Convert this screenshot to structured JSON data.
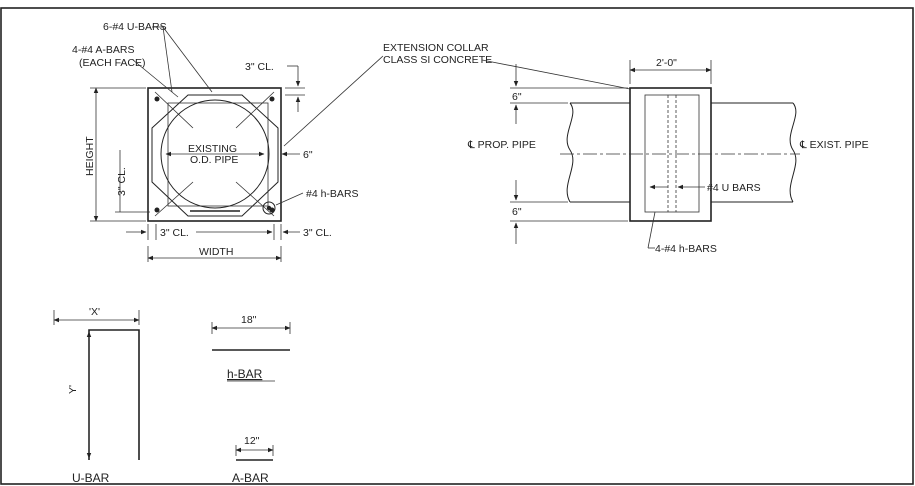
{
  "labels": {
    "u_bars_6": "6-#4 U-BARS",
    "a_bars_4": "4-#4 A-BARS",
    "each_face": "(EACH FACE)",
    "cl_3_top": "3\" CL.",
    "existing": "EXISTING",
    "od_pipe": "O.D. PIPE",
    "six_in_right": "6\"",
    "height": "HEIGHT",
    "cl_3_left": "3\" CL.",
    "h_bars_4": "#4 h-BARS",
    "cl_3_bottom_left": "3\" CL.",
    "cl_3_bottom_right": "3\" CL.",
    "width": "WIDTH",
    "extension_collar": "EXTENSION COLLAR",
    "class_si_concrete": "CLASS SI CONCRETE",
    "two_feet": "2'-0\"",
    "six_in_top": "6\"",
    "six_in_bottom": "6\"",
    "prop_pipe": "℄ PROP. PIPE",
    "exist_pipe": "℄ EXIST. PIPE",
    "u_bars_4": "#4 U BARS",
    "h_bars_4x4": "4-#4 h-BARS",
    "x_dim": "'X'",
    "y_dim": "Y'",
    "u_bar": "U-BAR",
    "eighteen": "18\"",
    "h_bar": "h-BAR",
    "twelve": "12\"",
    "a_bar": "A-BAR"
  }
}
